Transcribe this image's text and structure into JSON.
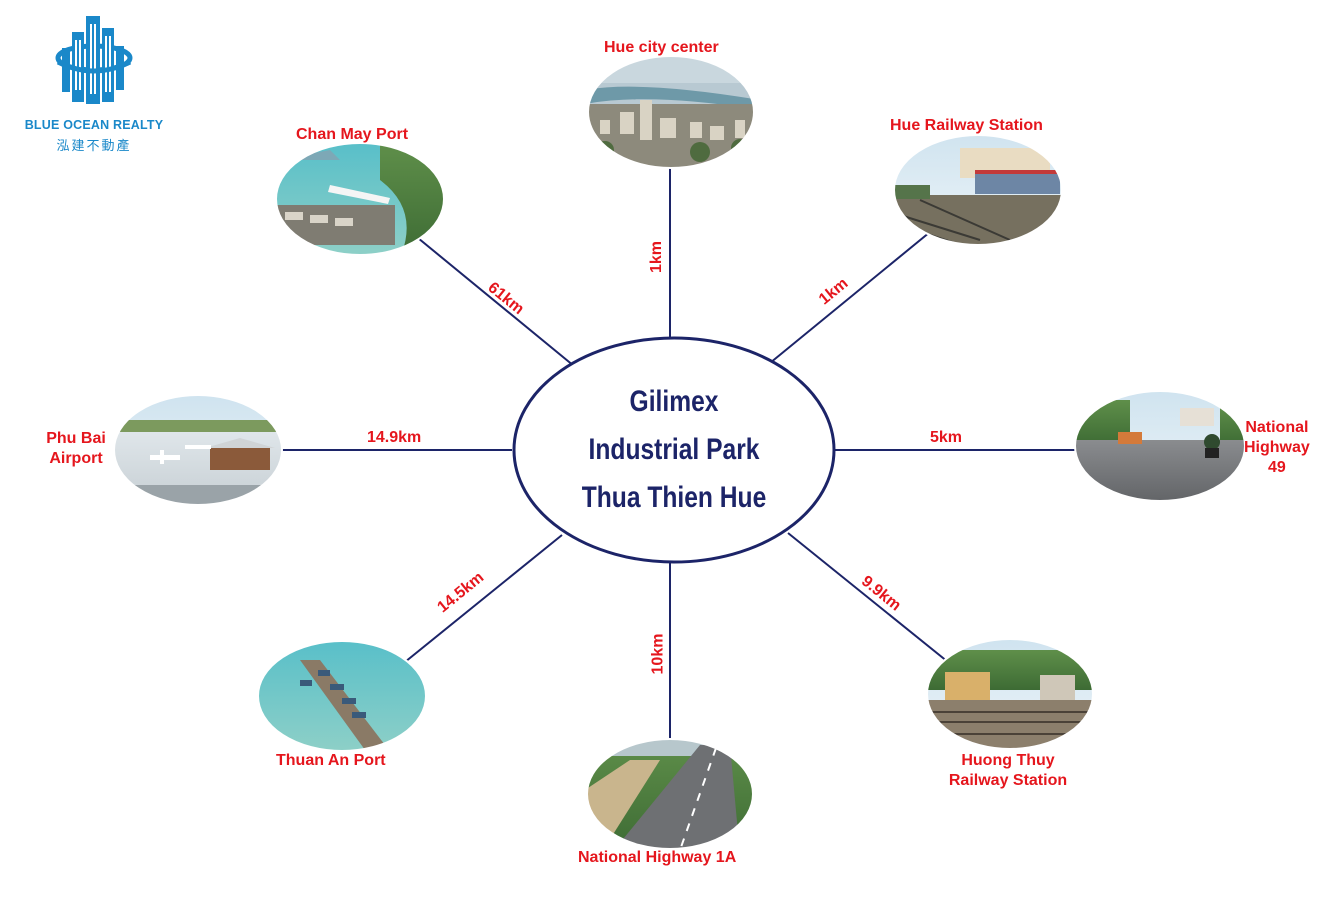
{
  "logo": {
    "name": "BLUE OCEAN REALTY",
    "chinese": "泓建不動產",
    "colors": {
      "primary": "#1a88c9"
    }
  },
  "center": {
    "line1": "Gilimex",
    "line2": "Industrial Park",
    "line3": "Thua Thien Hue",
    "colors": {
      "text": "#1c2468",
      "border": "#1c2468"
    }
  },
  "colors": {
    "label": "#e5161d",
    "connector": "#1c2468"
  },
  "destinations": {
    "hue_city_center": {
      "name": "Hue city center",
      "distance": "1km",
      "photo": "aerial city with river"
    },
    "hue_railway_station": {
      "name": "Hue Railway Station",
      "distance": "1km",
      "photo": "train at station"
    },
    "national_highway_49": {
      "name_line1": "National",
      "name_line2": "Highway",
      "name_line3": "49",
      "distance": "5km",
      "photo": "rural road with motorbike"
    },
    "huong_thuy_railway_station": {
      "name_line1": "Huong Thuy",
      "name_line2": "Railway Station",
      "distance": "9.9km",
      "photo": "railway tracks and station"
    },
    "national_highway_1a": {
      "name": "National Highway 1A",
      "distance": "10km",
      "photo": "curving highway"
    },
    "thuan_an_port": {
      "name": "Thuan An Port",
      "distance": "14.5km",
      "photo": "pier with boats"
    },
    "phu_bai_airport": {
      "name_line1": "Phu Bai",
      "name_line2": "Airport",
      "distance": "14.9km",
      "photo": "airport terminal with planes"
    },
    "chan_may_port": {
      "name": "Chan May Port",
      "distance": "61km",
      "photo": "cruise ship at port"
    }
  }
}
